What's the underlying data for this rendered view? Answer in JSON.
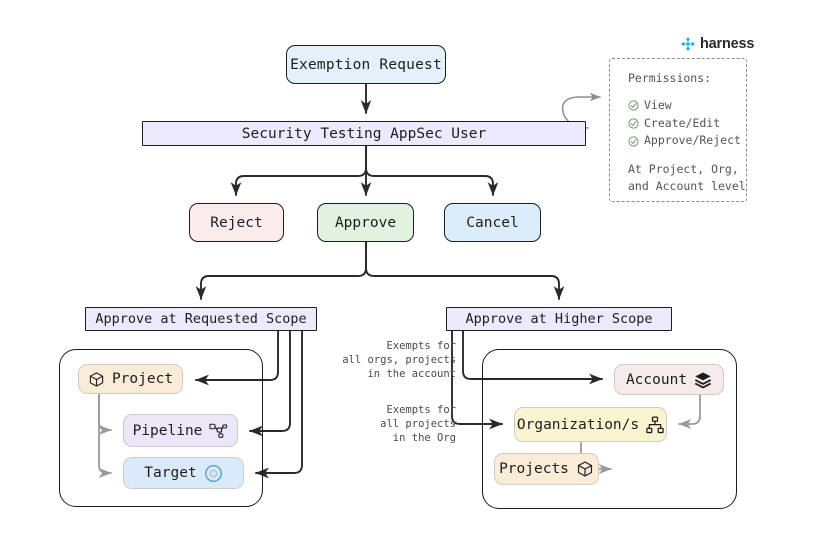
{
  "brand": {
    "name": "harness",
    "logo_icon": "harness-diamond-logo",
    "color": "#2ab6f0"
  },
  "flow": {
    "exemption_request": "Exemption Request",
    "appsec_user": "Security Testing AppSec User",
    "reject": "Reject",
    "approve": "Approve",
    "cancel": "Cancel",
    "requested_scope": "Approve at Requested Scope",
    "higher_scope": "Approve at Higher Scope"
  },
  "permissions": {
    "title": "Permissions:",
    "items": [
      {
        "label": "View",
        "icon": "check-circle-icon"
      },
      {
        "label": "Create/Edit",
        "icon": "check-circle-icon"
      },
      {
        "label": "Approve/Reject",
        "icon": "check-circle-icon"
      }
    ],
    "footer_line1": "At Project, Org,",
    "footer_line2": "and Account level"
  },
  "requested_scope_group": {
    "nodes": [
      {
        "label": "Project",
        "icon": "cube-icon",
        "color": "#fbecd8"
      },
      {
        "label": "Pipeline",
        "icon": "pipeline-icon",
        "color": "#ebe6f8"
      },
      {
        "label": "Target",
        "icon": "target-icon",
        "color": "#dbeafb"
      }
    ]
  },
  "higher_scope_group": {
    "nodes": [
      {
        "label": "Account",
        "icon": "layers-icon",
        "color": "#f5ebeb"
      },
      {
        "label": "Organization/s",
        "icon": "org-chart-icon",
        "color": "#fbf4d1"
      },
      {
        "label": "Projects",
        "icon": "cube-icon",
        "color": "#fbecd8"
      }
    ]
  },
  "annotations": {
    "account_note": "Exempts for\nall orgs, projects\nin the account",
    "org_note": "Exempts for\nall projects\nin the Org"
  },
  "colors": {
    "node_blue": "#e3f1fb",
    "node_lavender": "#eceafc",
    "node_pink": "#fcebed",
    "node_green": "#e0f3e0",
    "node_yellow": "#fbf4d1",
    "stroke": "#1d1d1f",
    "gray_arrow": "#9a9a9a"
  }
}
